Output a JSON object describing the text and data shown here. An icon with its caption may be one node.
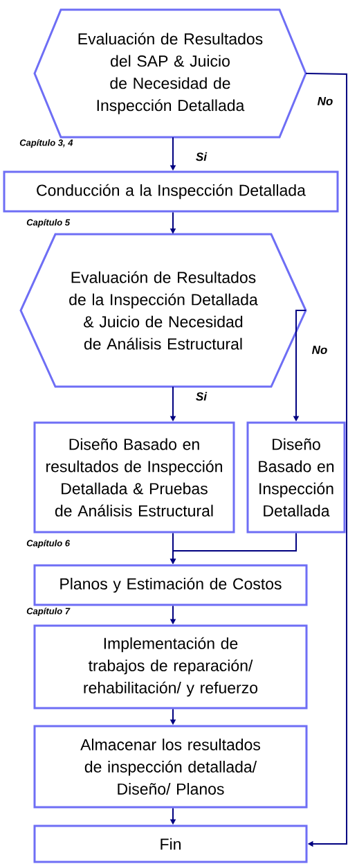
{
  "diagram": {
    "nodes": [
      {
        "text": [
          "Evaluación de Resultados del SAP & Juicio de Necesidad de Inspección Detallada"
        ]
      },
      {
        "text": [
          "Conducción a la Inspección Detallada"
        ]
      },
      {
        "text": [
          "Evaluación de Resultados de la Inspección Detallada & Juicio de Necesidad de Análisis Estructural"
        ]
      },
      {
        "text": [
          "Diseño Basado en resultados de Inspección Detallada & Pruebas de Análisis Estructural"
        ]
      },
      {
        "text": [
          "Diseño Basado en Inspección Detallada"
        ]
      },
      {
        "text": [
          "Planos y Estimación de Costos"
        ]
      },
      {
        "text": [
          "Implementación de trabajos de reparación/ rehabilitación/ y refuerzo"
        ]
      },
      {
        "text": [
          "Almacenar los resultados de inspección detallada/ Diseño/ Planos"
        ]
      },
      {
        "text": [
          "Fin"
        ]
      }
    ],
    "edges": [
      {
        "from": 0,
        "to": 1,
        "arrow": "to",
        "label": "Si"
      },
      {
        "from": 1,
        "to": 2,
        "arrow": "to"
      },
      {
        "from": 2,
        "to": 3,
        "arrow": "to",
        "label": "Si"
      },
      {
        "from": 2,
        "to": 4,
        "arrow": "to",
        "label": "No"
      },
      {
        "from": 3,
        "to": 5,
        "arrow": "to"
      },
      {
        "from": 4,
        "to": 5,
        "arrow": "to"
      },
      {
        "from": 5,
        "to": 6,
        "arrow": "to"
      },
      {
        "from": 6,
        "to": 7,
        "arrow": "to"
      },
      {
        "from": 7,
        "to": 8,
        "arrow": "to"
      },
      {
        "from": 0,
        "to": 8,
        "arrow": "to",
        "label": "No"
      }
    ],
    "labels": [
      "Capítulo 3, 4",
      "Capítulo 5",
      "Capítulo 6",
      "Capítulo 7"
    ]
  }
}
